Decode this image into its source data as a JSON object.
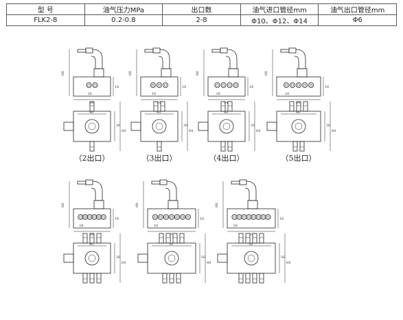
{
  "spec_table": {
    "headers": [
      "型 号",
      "油气压力MPa",
      "出口数",
      "油气进口管径mm",
      "油气出口管径mm"
    ],
    "row": [
      "FLK2-8",
      "0.2-0.8",
      "2-8",
      "Φ10、Φ12、Φ14",
      "Φ6"
    ]
  },
  "drawings": [
    {
      "outlets": 2,
      "caption": "（2出口）",
      "dims": {
        "height": "68",
        "width": "54",
        "pitch": "16",
        "side": "16",
        "inner": "40",
        "h1": "30",
        "h2": "64"
      }
    },
    {
      "outlets": 3,
      "caption": "（3出口）",
      "dims": {
        "height": "68",
        "width": "54",
        "pitch": "16",
        "side": "16",
        "inner": "40",
        "h1": "30",
        "h2": "64"
      }
    },
    {
      "outlets": 4,
      "caption": "（4出口）",
      "dims": {
        "height": "68",
        "width": "54",
        "pitch": "16",
        "side": "16",
        "inner": "40",
        "h1": "30",
        "h2": "64"
      }
    },
    {
      "outlets": 5,
      "caption": "（5出口）",
      "dims": {
        "height": "68",
        "width": "64",
        "pitch": "16",
        "side": "16",
        "inner": "40",
        "h1": "30",
        "h2": "64"
      }
    },
    {
      "outlets": 6,
      "caption": "",
      "dims": {
        "height": "68",
        "width": "54",
        "pitch": "16",
        "side": "16",
        "inner": "40",
        "h1": "30",
        "h2": "64"
      }
    },
    {
      "outlets": 7,
      "caption": "",
      "dims": {
        "height": "68",
        "width": "70",
        "pitch": "16",
        "side": "16",
        "inner": "56",
        "h1": "50",
        "h2": "84"
      }
    },
    {
      "outlets": 8,
      "caption": "",
      "dims": {
        "height": "68",
        "width": "70",
        "pitch": "16",
        "side": "16",
        "inner": "56",
        "h1": "50",
        "h2": "84"
      }
    }
  ]
}
